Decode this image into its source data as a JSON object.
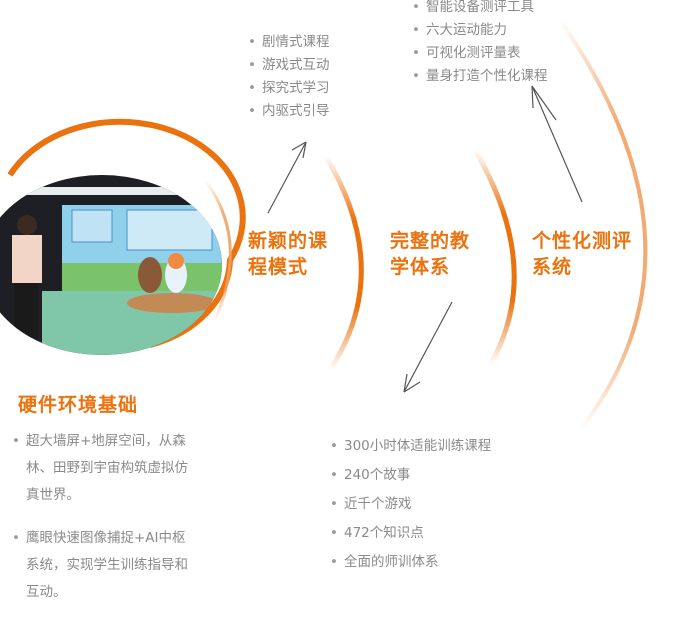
{
  "colors": {
    "accent": "#ea7310",
    "text_gray": "#8a8a8a",
    "arrow": "#555555"
  },
  "photo": {
    "description": "Child standing before interactive wall and floor screen with cartoon bear and fox"
  },
  "sections": {
    "hardware": {
      "title": "硬件环境基础",
      "items": [
        "超大墙屏+地屏空间，从森林、田野到宇宙构筑虚拟仿真世界。",
        "鹰眼快速图像捕捉+AI中枢系统，实现学生训练指导和互动。"
      ]
    },
    "course_mode": {
      "title_line1": "新颖的课",
      "title_line2": "程模式",
      "items": [
        "剧情式课程",
        "游戏式互动",
        "探究式学习",
        "内驱式引导"
      ]
    },
    "teaching_system": {
      "title_line1": "完整的教",
      "title_line2": "学体系",
      "items": [
        "300小时体适能训练课程",
        "240个故事",
        "近千个游戏",
        "472个知识点",
        "全面的师训体系"
      ]
    },
    "evaluation": {
      "title_line1": "个性化测评",
      "title_line2": "系统",
      "items": [
        "智能设备测评工具",
        "六大运动能力",
        "可视化测评量表",
        "量身打造个性化课程"
      ]
    }
  }
}
